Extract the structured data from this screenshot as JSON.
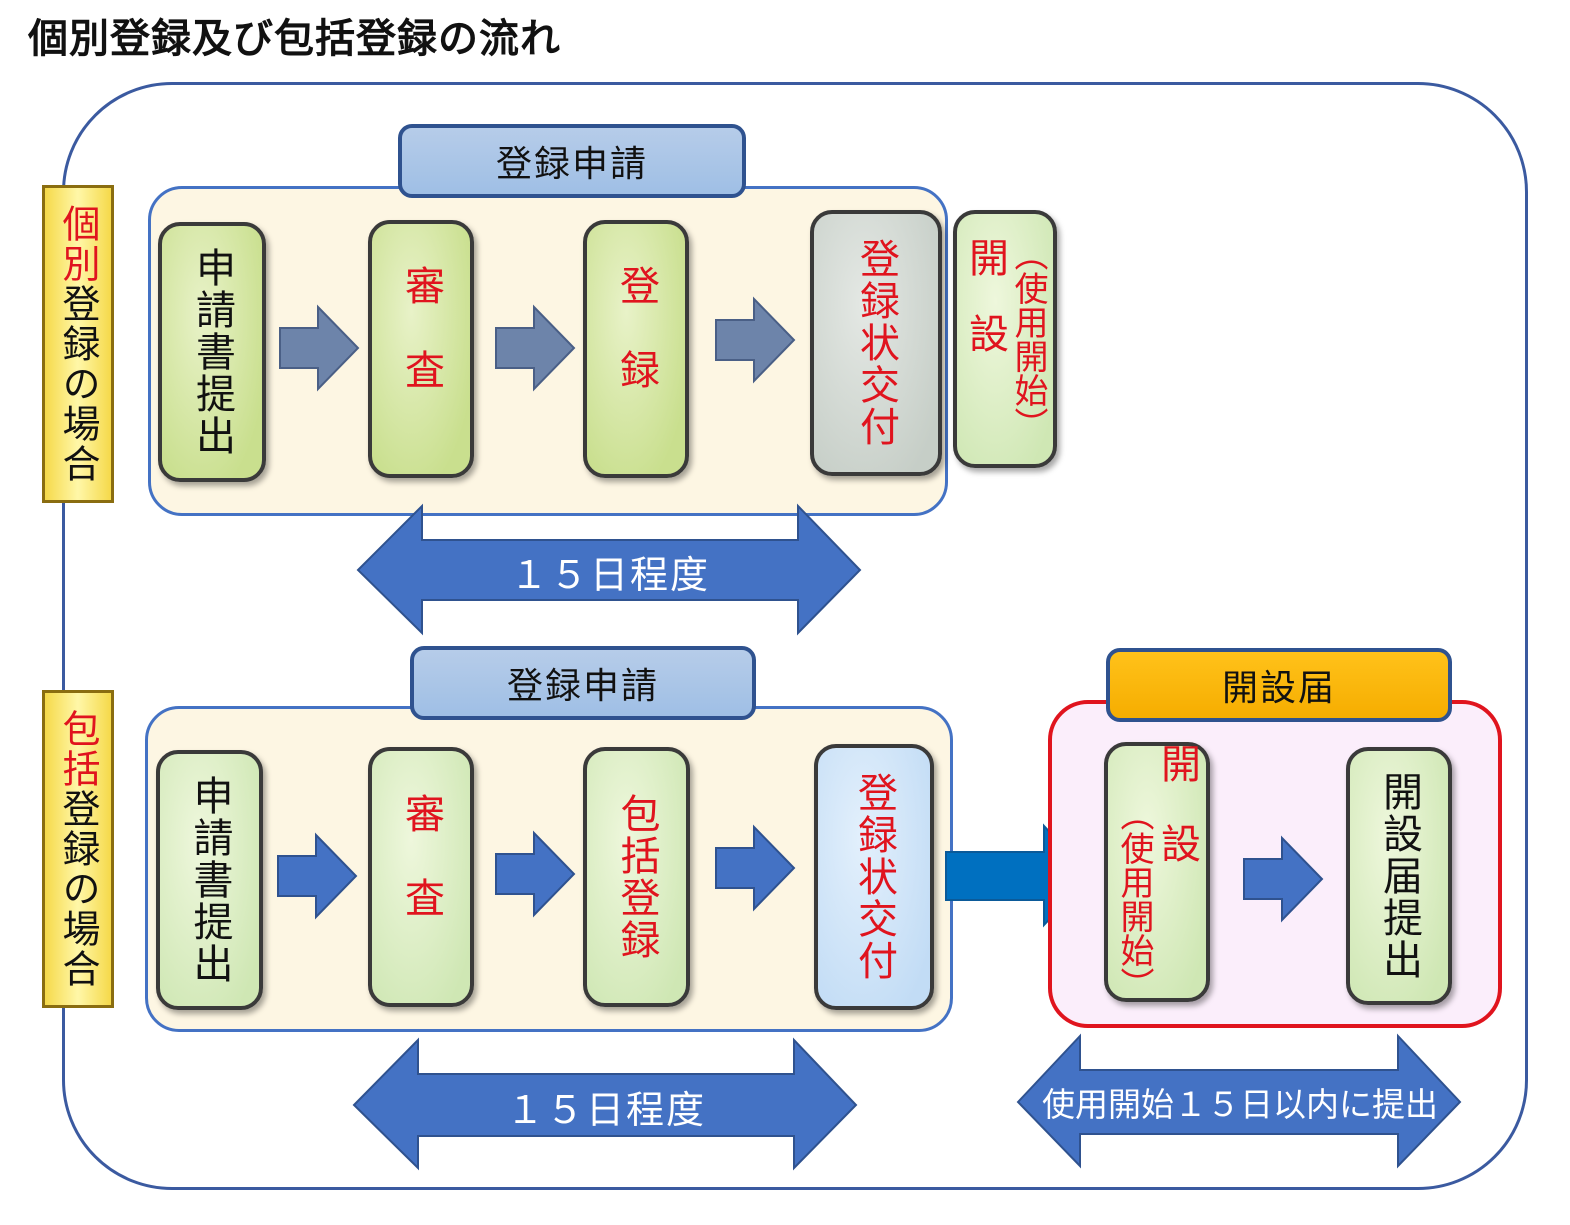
{
  "title": "個別登録及び包括登録の流れ",
  "individual": {
    "side_label_accent": "個別",
    "side_label_rest": "登録の場合",
    "header": "登録申請",
    "steps": [
      {
        "text": "申請書提出"
      },
      {
        "text": "審査"
      },
      {
        "text": "登録"
      },
      {
        "text": "登録状交付"
      }
    ],
    "open_box": {
      "main": "開設",
      "sub": "（使用開始）"
    },
    "duration": "１５日程度"
  },
  "bulk": {
    "side_label_accent": "包括",
    "side_label_rest": "登録の場合",
    "header": "登録申請",
    "steps": [
      {
        "text": "申請書提出"
      },
      {
        "text": "審査"
      },
      {
        "text": "包括登録"
      },
      {
        "text": "登録状交付"
      }
    ],
    "duration": "１５日程度",
    "notice": {
      "header": "開設届",
      "open_box": {
        "main": "開設",
        "sub": "（使用開始）"
      },
      "submit_box": "開設届提出",
      "duration": "使用開始１５日以内に提出"
    }
  },
  "colors": {
    "frame": "#3b5aa0",
    "lane_border": "#4472c4",
    "accent_red": "#e0141e",
    "arrow_blue": "#4472c4",
    "arrow_gray": "#6d84aa",
    "orange_header": "#ffc000"
  }
}
